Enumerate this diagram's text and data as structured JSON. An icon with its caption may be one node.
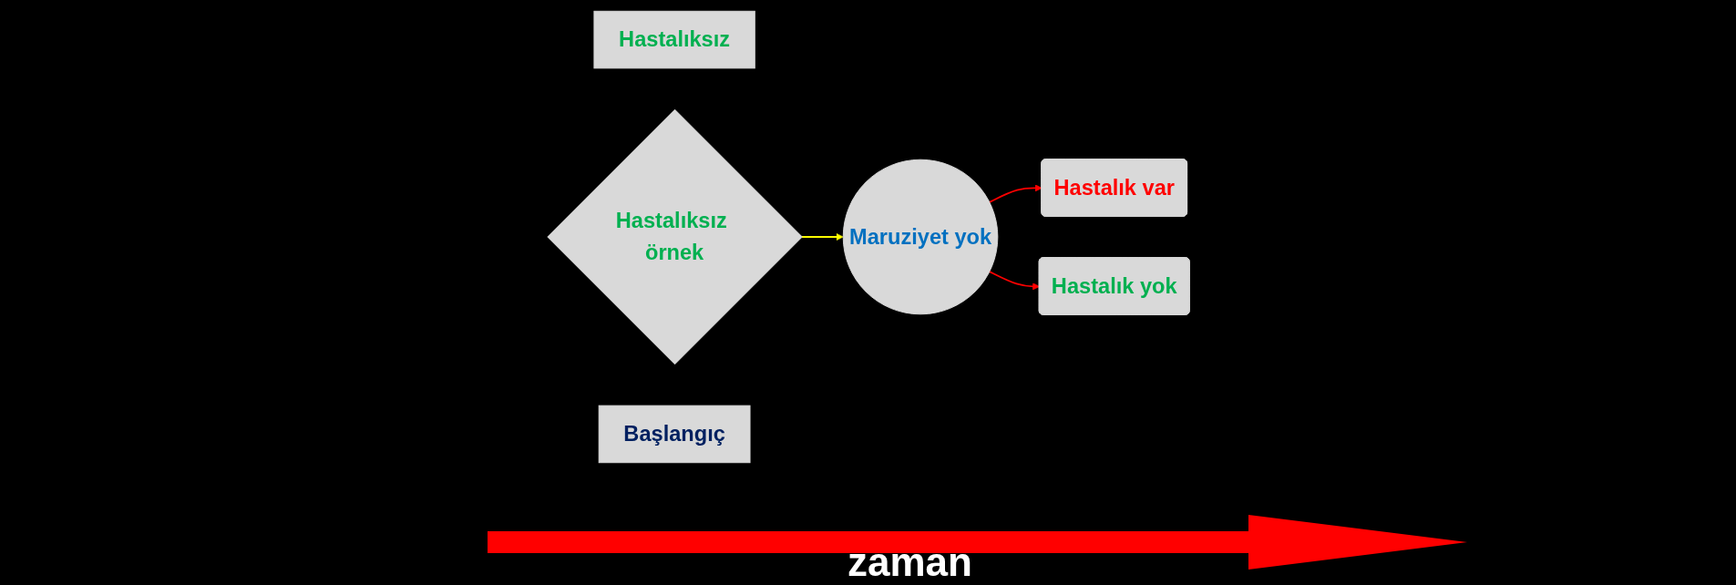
{
  "diagram": {
    "nodes": [
      {
        "text": [
          "Hastalıksız"
        ]
      },
      {
        "text": [
          "Hastalıksız örnek"
        ]
      },
      {
        "text": [
          "Maruziyet yok"
        ]
      },
      {
        "text": [
          "Hastalık var"
        ]
      },
      {
        "text": [
          "Hastalık yok"
        ]
      },
      {
        "text": [
          "Başlangıç"
        ]
      }
    ],
    "edges": [
      {
        "from": 1,
        "to": 2,
        "arrow": "to",
        "color": "#ffff00"
      },
      {
        "from": 2,
        "to": 3,
        "arrow": "to",
        "color": "#ff0000"
      },
      {
        "from": 2,
        "to": 4,
        "arrow": "to",
        "color": "#ff0000"
      }
    ],
    "labels": [
      "zaman"
    ]
  }
}
